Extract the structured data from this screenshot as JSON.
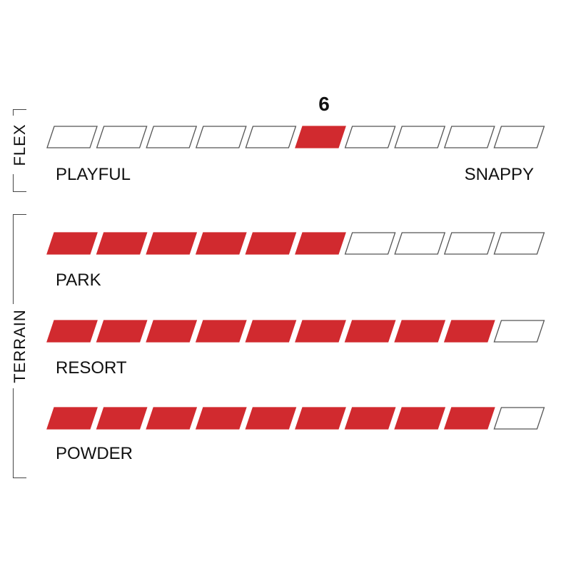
{
  "colors": {
    "filled": "#d12a2f",
    "empty": "#ffffff",
    "outline": "#555555"
  },
  "flex": {
    "axis_label": "FLEX",
    "value_label": "6",
    "value": 6,
    "segments": 10,
    "min_label": "PLAYFUL",
    "max_label": "SNAPPY"
  },
  "terrain": {
    "axis_label": "TERRAIN",
    "segments": 10,
    "rows": [
      {
        "label": "PARK",
        "filled": 6
      },
      {
        "label": "RESORT",
        "filled": 9
      },
      {
        "label": "POWDER",
        "filled": 9
      }
    ]
  }
}
